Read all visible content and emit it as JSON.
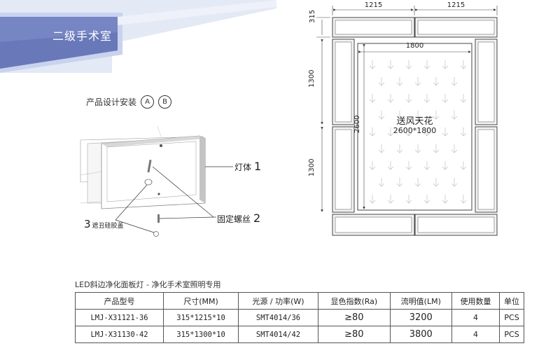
{
  "banner": {
    "title": "二级手术室"
  },
  "install": {
    "label": "产品设计安装",
    "options": [
      "A",
      "B"
    ]
  },
  "callouts": {
    "lamp_body": {
      "text": "灯体",
      "num": "1"
    },
    "fixing_screw": {
      "text": "固定螺丝",
      "num": "2"
    },
    "cover_cap": {
      "text": "遮丑硅胶盖",
      "num": "3"
    }
  },
  "plan": {
    "top_dims": [
      "1215",
      "1215"
    ],
    "left_top": "315",
    "left_dims": [
      "1300",
      "1300"
    ],
    "inner_width": "1800",
    "inner_height": "2600",
    "center_title": "送风天花",
    "center_size": "2600*1800"
  },
  "table": {
    "caption": "LED斜边净化面板灯 - 净化手术室照明专用",
    "headers": [
      "产品型号",
      "尺寸(MM)",
      "光源 / 功率(W)",
      "显色指数(Ra)",
      "流明值(LM)",
      "使用数量",
      "单位"
    ],
    "rows": [
      [
        "LMJ-X31121-36",
        "315*1215*10",
        "SMT4014/36",
        "≥80",
        "3200",
        "4",
        "PCS"
      ],
      [
        "LMJ-X31130-42",
        "315*1300*10",
        "SMT4014/42",
        "≥80",
        "3800",
        "4",
        "PCS"
      ]
    ]
  },
  "colors": {
    "banner": "#6f7fc0",
    "banner_light": "#c9d3ee",
    "panel_fill": "#f3f3f3",
    "line": "#444444"
  }
}
